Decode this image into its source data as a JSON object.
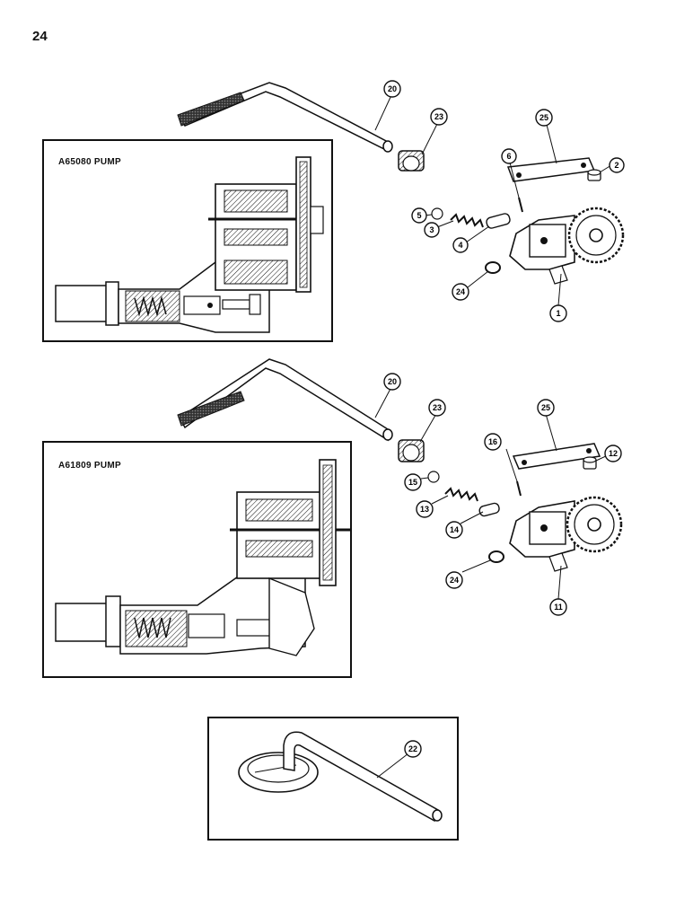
{
  "page": {
    "number": "24"
  },
  "panels": {
    "upper_inset_label": "A65080 PUMP",
    "lower_inset_label": "A61809 PUMP"
  },
  "callouts": {
    "upper": [
      "20",
      "23",
      "25",
      "6",
      "2",
      "5",
      "3",
      "4",
      "24",
      "1"
    ],
    "lower": [
      "20",
      "23",
      "25",
      "16",
      "12",
      "15",
      "13",
      "14",
      "24",
      "11"
    ],
    "bottom": [
      "22"
    ]
  }
}
